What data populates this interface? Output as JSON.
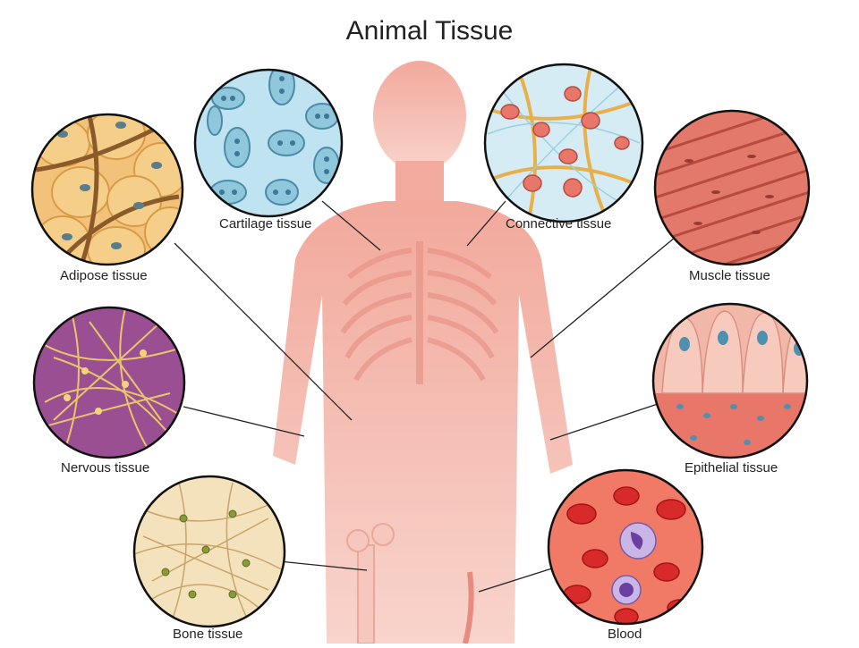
{
  "title": "Animal Tissue",
  "tissues": {
    "cartilage": "Cartilage tissue",
    "connective": "Connective tissue",
    "adipose": "Adipose tissue",
    "muscle": "Muscle tissue",
    "nervous": "Nervous tissue",
    "epithelial": "Epithelial tissue",
    "bone": "Bone tissue",
    "blood": "Blood"
  },
  "colors": {
    "body": "#f4b8ae",
    "adipose": "#f3c27a",
    "cartilage": "#bfe3f0",
    "connective": "#d6ecf4",
    "muscle": "#e2796a",
    "nervous": "#9b4f93",
    "epithelial": "#f1b7a8",
    "bone": "#f4e2bd",
    "blood": "#f07a66"
  }
}
